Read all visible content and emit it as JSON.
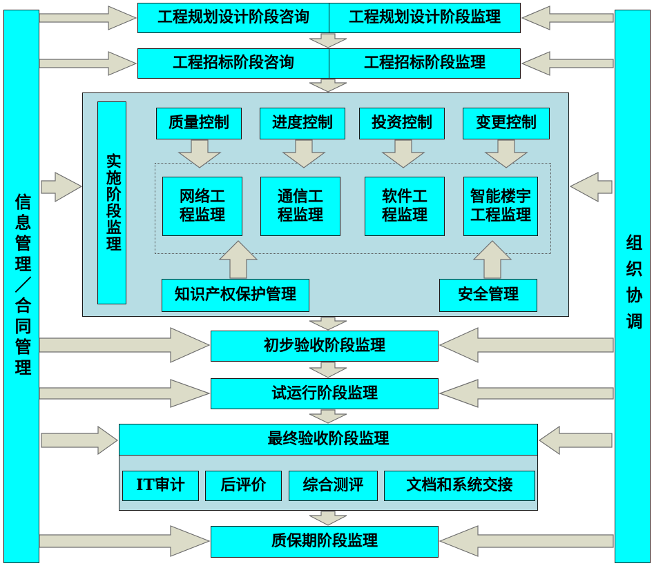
{
  "top_rows": [
    {
      "left": "工程规划设计阶段咨询",
      "right": "工程规划设计阶段监理"
    },
    {
      "left": "工程招标阶段咨询",
      "right": "工程招标阶段监理"
    }
  ],
  "side_left": "信息管理／合同管理",
  "side_right": "组织协调",
  "implementation": {
    "label": "实施阶段监理",
    "controls": [
      "质量控制",
      "进度控制",
      "投资控制",
      "变更控制"
    ],
    "engineering": [
      "网络工程监理",
      "通信工程监理",
      "软件工程监理",
      "智能楼宇工程监理"
    ],
    "ip_management": "知识产权保护管理",
    "safety_management": "安全管理"
  },
  "stages": {
    "preliminary_acceptance": "初步验收阶段监理",
    "trial_operation": "试运行阶段监理",
    "final_acceptance": "最终验收阶段监理",
    "warranty": "质保期阶段监理"
  },
  "final_items": [
    "IT审计",
    "后评价",
    "综合测评",
    "文档和系统交接"
  ],
  "colors": {
    "box": "#00ffff",
    "panel": "#b7dde4",
    "arrow": "#dcdcc8"
  }
}
